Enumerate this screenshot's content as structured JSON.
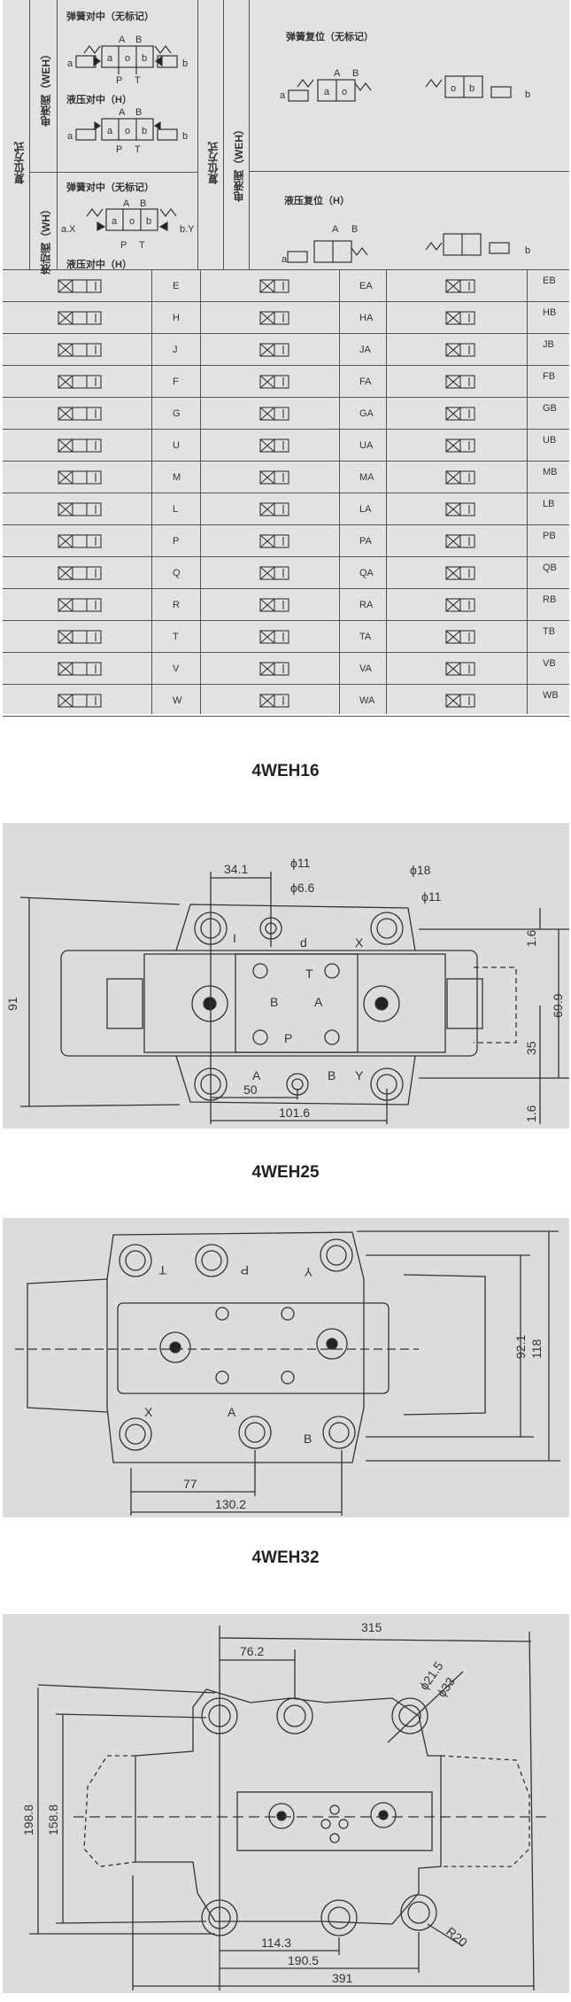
{
  "header": {
    "left_reset_label": "复位方式",
    "weh_label": "电液阀（WEH）",
    "wh_label": "液动阀（WH）",
    "spring_center": "弹簧对中（无标记）",
    "hydraulic_center": "液压对中（H）",
    "right_reset_label": "复位方式",
    "right_weh_label": "电液阀（WEH）",
    "spring_return": "弹簧复位（无标记）",
    "hydraulic_return": "液压复位（H）",
    "port_a": "A",
    "port_b": "B",
    "port_p": "P",
    "port_t": "T",
    "pos_a": "a",
    "pos_o": "o",
    "pos_b": "b",
    "ctrl_x": "a.X",
    "ctrl_y": "b.Y"
  },
  "spool_rows": [
    {
      "c": "E",
      "ca": "EA",
      "cb": "EB"
    },
    {
      "c": "H",
      "ca": "HA",
      "cb": "HB"
    },
    {
      "c": "J",
      "ca": "JA",
      "cb": "JB"
    },
    {
      "c": "F",
      "ca": "FA",
      "cb": "FB"
    },
    {
      "c": "G",
      "ca": "GA",
      "cb": "GB"
    },
    {
      "c": "U",
      "ca": "UA",
      "cb": "UB"
    },
    {
      "c": "M",
      "ca": "MA",
      "cb": "MB"
    },
    {
      "c": "L",
      "ca": "LA",
      "cb": "LB"
    },
    {
      "c": "P",
      "ca": "PA",
      "cb": "PB"
    },
    {
      "c": "Q",
      "ca": "QA",
      "cb": "QB"
    },
    {
      "c": "R",
      "ca": "RA",
      "cb": "RB"
    },
    {
      "c": "T",
      "ca": "TA",
      "cb": "TB"
    },
    {
      "c": "V",
      "ca": "VA",
      "cb": "VB"
    },
    {
      "c": "W",
      "ca": "WA",
      "cb": "WB"
    }
  ],
  "drawings": [
    {
      "title": "4WEH16",
      "dims": {
        "d1": "34.1",
        "d2": "ϕ11",
        "d3": "ϕ6.6",
        "d4": "ϕ18",
        "d5": "ϕ11",
        "d6": "91",
        "d7": "1.6",
        "d8": "69.9",
        "d9": "35",
        "d10": "1.6",
        "d11": "50",
        "d12": "101.6"
      },
      "ports": {
        "t": "T",
        "b": "B",
        "a": "A",
        "p": "P",
        "d": "d",
        "x": "X",
        "i": "I",
        "a2": "A",
        "b2": "B",
        "y": "Y"
      }
    },
    {
      "title": "4WEH25",
      "dims": {
        "d1": "92.1",
        "d2": "118",
        "d3": "77",
        "d4": "130.2"
      },
      "ports": {
        "t": "T",
        "p": "P",
        "y": "Y",
        "x": "X",
        "a": "A",
        "b": "B"
      }
    },
    {
      "title": "4WEH32",
      "dims": {
        "d1": "315",
        "d2": "76.2",
        "d3": "ϕ21.5",
        "d4": "ϕ33",
        "d5": "198.8",
        "d6": "158.8",
        "d7": "R20",
        "d8": "114.3",
        "d9": "190.5",
        "d10": "391"
      }
    }
  ]
}
